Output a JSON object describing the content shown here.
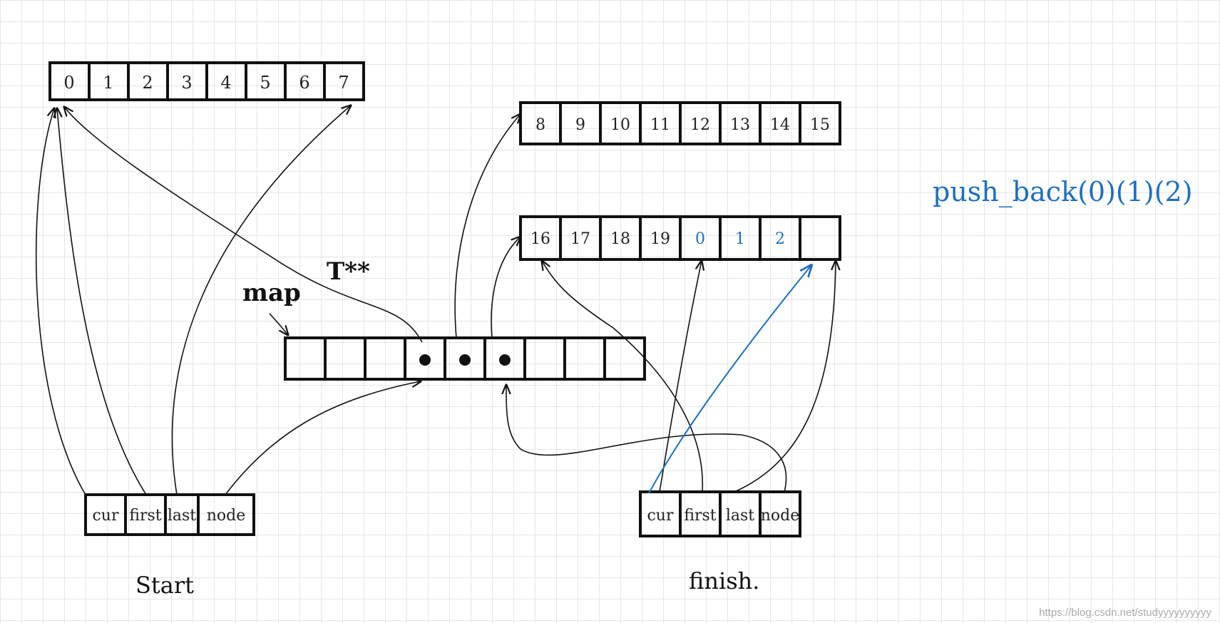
{
  "blocks": {
    "block_a": [
      "0",
      "1",
      "2",
      "3",
      "4",
      "5",
      "6",
      "7"
    ],
    "block_b": [
      "8",
      "9",
      "10",
      "11",
      "12",
      "13",
      "14",
      "15"
    ],
    "block_c": [
      "16",
      "17",
      "18",
      "19",
      "0",
      "1",
      "2",
      ""
    ]
  },
  "map": {
    "label": "map",
    "type_label": "T**",
    "cell_count": 9,
    "filled_cells": [
      3,
      4,
      5
    ]
  },
  "start": {
    "label": "Start",
    "fields": [
      "cur",
      "first",
      "last",
      "node"
    ]
  },
  "finish": {
    "label": "finish.",
    "fields": [
      "cur",
      "first",
      "last",
      "node"
    ]
  },
  "note": "push_back(0)(1)(2)",
  "watermark": "https://blog.csdn.net/studyyyyyyyyyy",
  "colors": {
    "ink": "#111111",
    "accent": "#1f6fbf",
    "grid": "#e6e6e6"
  }
}
